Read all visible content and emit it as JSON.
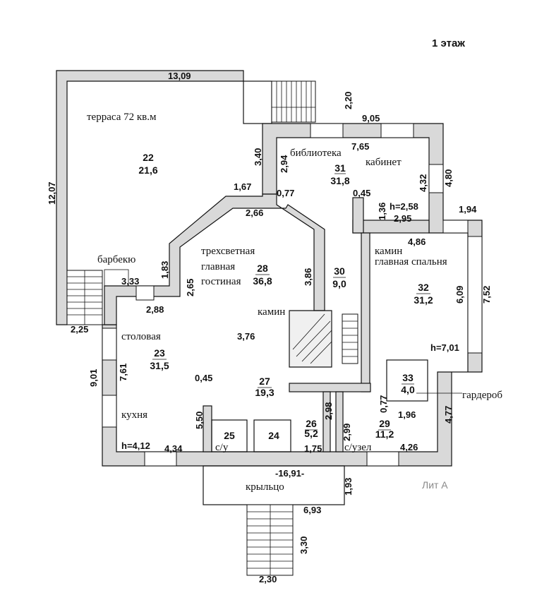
{
  "title": "1 этаж",
  "lit": "Лит А",
  "rooms": [
    {
      "number": "22",
      "area": "21,6"
    },
    {
      "number": "31",
      "area": "31,8"
    },
    {
      "number": "28",
      "area": "36,8"
    },
    {
      "number": "30",
      "area": "9,0"
    },
    {
      "number": "32",
      "area": "31,2"
    },
    {
      "number": "23",
      "area": "31,5"
    },
    {
      "number": "27",
      "area": "19,3"
    },
    {
      "number": "25"
    },
    {
      "number": "24"
    },
    {
      "number": "26",
      "area": "5,2"
    },
    {
      "number": "29",
      "area": "11,2"
    },
    {
      "number": "33",
      "area": "4,0"
    }
  ],
  "names": [
    "терраса 72 кв.м",
    "библиотека",
    "кабинет",
    "барбекю",
    "трехсветная",
    "главная",
    "гостиная",
    "камин",
    "камин",
    "главная спальня",
    "столовая",
    "кухня",
    "с/у",
    "с/узел",
    "крыльцо",
    "гардероб"
  ],
  "dims_h": [
    "13,09",
    "9,05",
    "7,65",
    "1,67",
    "0,77",
    "0,45",
    "2,66",
    "h=2,58",
    "2,95",
    "1,94",
    "4,86",
    "3,33",
    "2,88",
    "3,76",
    "2,25",
    "h=7,01",
    "0,45",
    "1,96",
    "h=4,12",
    "4,34",
    "1,75",
    "4,26",
    "-16,91-",
    "6,93",
    "2,30"
  ],
  "dims_v": [
    "2,20",
    "12,07",
    "3,40",
    "2,94",
    "4,32",
    "4,80",
    "1,36",
    "1,83",
    "2,65",
    "3,86",
    "6,09",
    "7,52",
    "7,61",
    "9,01",
    "5,50",
    "2,98",
    "2,99",
    "0,77",
    "4,77",
    "1,93",
    "3,30"
  ]
}
